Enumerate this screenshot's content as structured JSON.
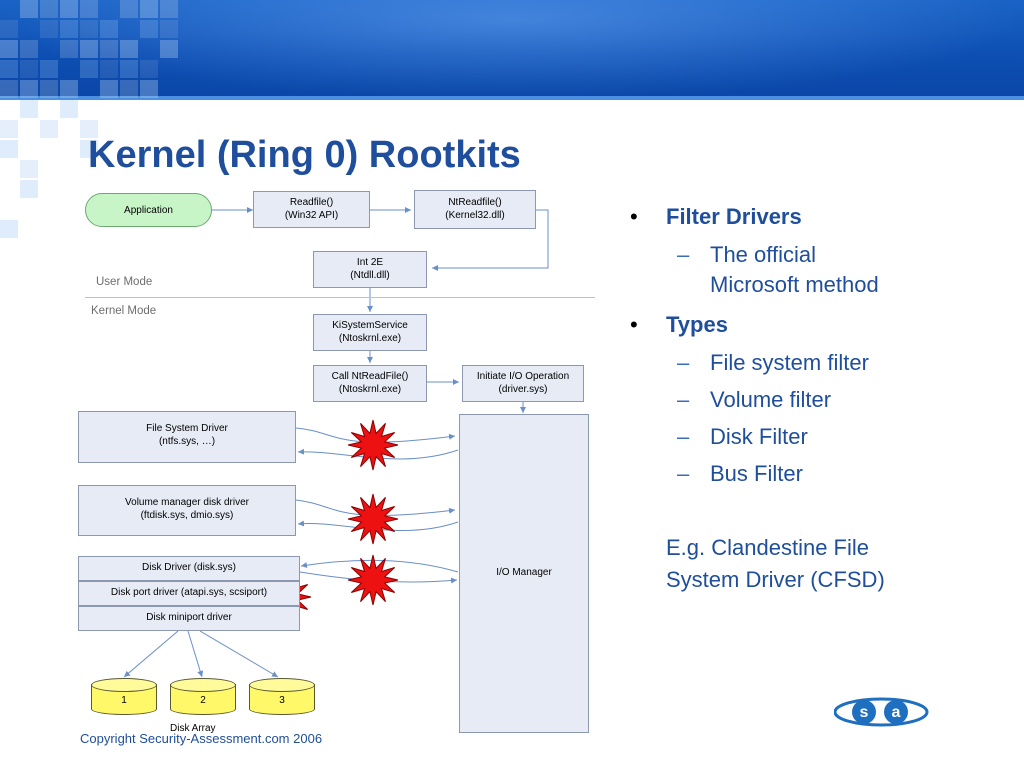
{
  "slide": {
    "title": "Kernel (Ring 0) Rootkits",
    "copyright": "Copyright Security-Assessment.com 2006"
  },
  "diagram": {
    "application": "Application",
    "readfile": [
      "Readfile()",
      "(Win32 API)"
    ],
    "ntreadfile": [
      "NtReadfile()",
      "(Kernel32.dll)"
    ],
    "int2e": [
      "Int 2E",
      "(Ntdll.dll)"
    ],
    "user_mode": "User Mode",
    "kernel_mode": "Kernel Mode",
    "kisystemservice": [
      "KiSystemService",
      "(Ntoskrnl.exe)"
    ],
    "call_ntreadfile": [
      "Call NtReadFile()",
      "(Ntoskrnl.exe)"
    ],
    "initiate_io": [
      "Initiate I/O Operation",
      "(driver.sys)"
    ],
    "file_system_driver": [
      "File System Driver",
      "(ntfs.sys, …)"
    ],
    "volume_manager": [
      "Volume manager disk driver",
      "(ftdisk.sys, dmio.sys)"
    ],
    "disk_driver": "Disk Driver (disk.sys)",
    "disk_port_driver": "Disk port driver (atapi.sys, scsiport)",
    "disk_miniport": "Disk miniport driver",
    "io_manager": "I/O Manager",
    "disks": [
      "1",
      "2",
      "3"
    ],
    "disk_array": "Disk Array"
  },
  "bullets": [
    {
      "label": "Filter Drivers",
      "subitems": [
        "The official",
        "Microsoft method"
      ]
    },
    {
      "label": "Types",
      "subitems": [
        "File system filter",
        "Volume filter",
        "Disk Filter",
        "Bus Filter"
      ]
    }
  ],
  "example": [
    "E.g. Clandestine File",
    "System Driver (CFSD)"
  ],
  "logo": {
    "left": "s",
    "right": "a"
  },
  "colors": {
    "title": "#1f4e9c",
    "banner": "#0d4fb3",
    "burst": "#ee1111",
    "application_fill": "#c8f5c8",
    "box_fill": "#e6ebf6",
    "disk_fill": "#fff96a",
    "arrow": "#6a8fc8"
  },
  "icons": [
    "starburst-icon",
    "disk-cylinder-icon",
    "company-logo"
  ]
}
